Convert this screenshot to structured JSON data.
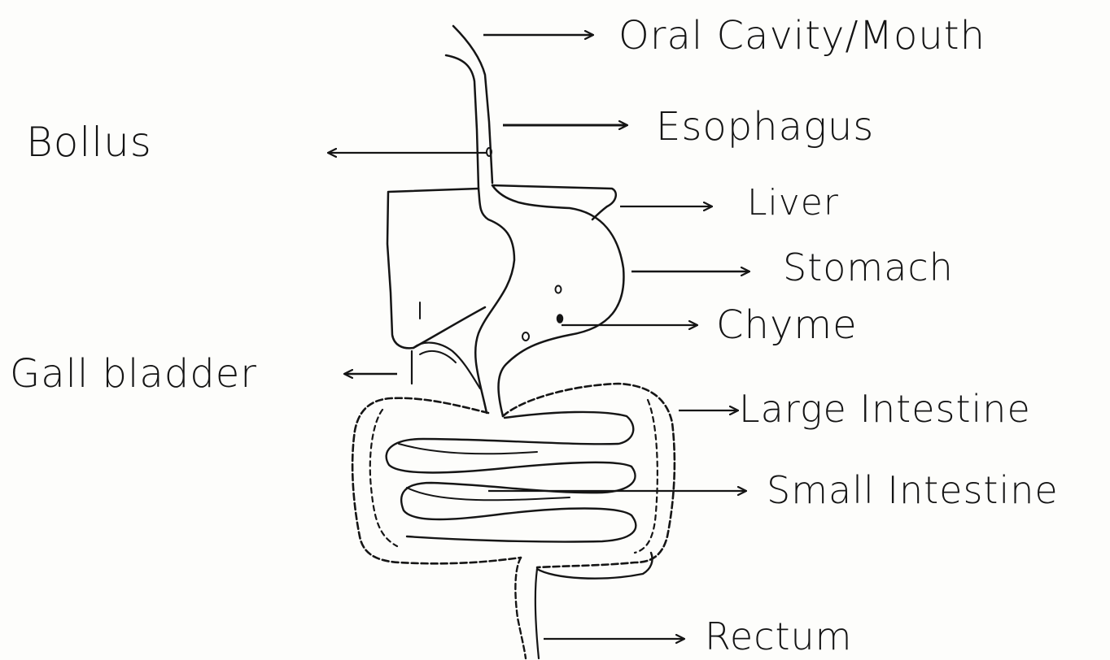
{
  "diagram": {
    "labels": {
      "oral_cavity": "Oral Cavity/Mouth",
      "esophagus": "Esophagus",
      "bolus": "Bollus",
      "liver": "Liver",
      "stomach": "Stomach",
      "chyme": "Chyme",
      "gall_bladder": "Gall bladder",
      "large_intestine": "Large Intestine",
      "small_intestine": "Small Intestine",
      "rectum": "Rectum"
    },
    "colors": {
      "ink": "#151515",
      "paper": "#fdfdfb"
    }
  }
}
